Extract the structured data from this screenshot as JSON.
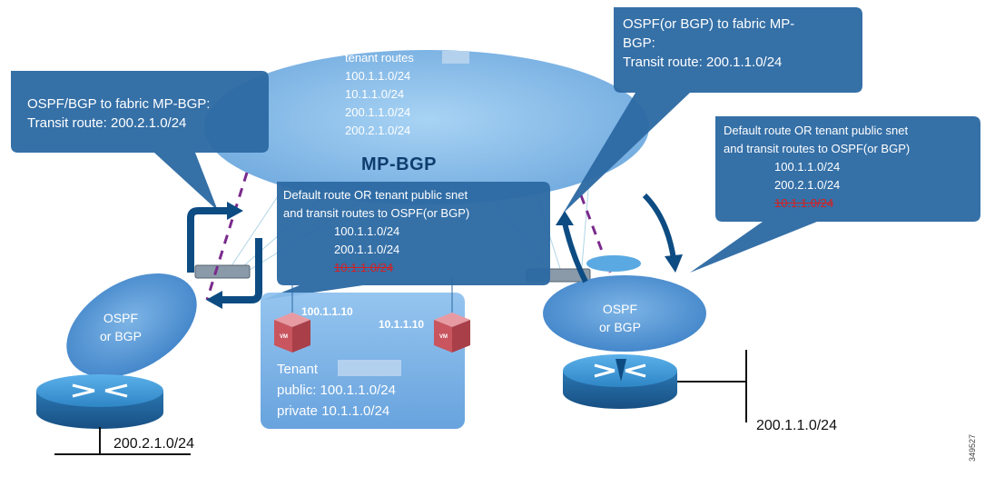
{
  "callout_left": {
    "lines": [
      "OSPF/BGP to fabric  MP-BGP:",
      "Transit route: 200.2.1.0/24"
    ]
  },
  "callout_right_top": {
    "lines": [
      "OSPF(or BGP) to fabric  MP-",
      "BGP:",
      "Transit route: 200.1.1.0/24"
    ]
  },
  "fabric": {
    "routes_title": "tenant  routes",
    "routes": [
      "100.1.1.0/24",
      "10.1.1.0/24",
      "200.1.1.0/24",
      "200.2.1.0/24"
    ],
    "label": "MP-BGP"
  },
  "callout_center": {
    "lines": [
      "Default route OR tenant public snet",
      "and transit routes to OSPF(or BGP)"
    ],
    "routes": [
      "100.1.1.0/24",
      "200.1.1.0/24"
    ],
    "struck_route": "10.1.1.0/24"
  },
  "callout_right": {
    "lines": [
      "Default route OR tenant public snet",
      "and transit routes to OSPF(or BGP)"
    ],
    "routes": [
      "100.1.1.0/24",
      "200.2.1.0/24"
    ],
    "struck_route": "10.1.1.0/24"
  },
  "ospf_left": {
    "lines": [
      "OSPF",
      "or BGP"
    ]
  },
  "ospf_right": {
    "lines": [
      "OSPF",
      "or BGP"
    ]
  },
  "tenant": {
    "vm1_ip": "100.1.1.10",
    "vm2_ip": "10.1.1.10",
    "vm_tag": "VM",
    "lines": [
      "Tenant",
      "public: 100.1.1.0/24",
      "private 10.1.1.0/24"
    ]
  },
  "networks": {
    "left": "200.2.1.0/24",
    "right": "200.1.1.0/24"
  },
  "figure_id": "349527",
  "colors": {
    "callout": "#2d6aa3",
    "fabric_cloud": "#8ec2ec",
    "ospf_cloud": "#5b9ad8",
    "tenant_box": "#6aa8e4",
    "router": "#2f86c5",
    "arrow": "#0d4c82",
    "struck": "#d61f1f",
    "dashed": "#7a2a8c"
  },
  "icons": [
    "router-icon",
    "switch-icon",
    "vm-icon",
    "curved-arrow-icon"
  ]
}
